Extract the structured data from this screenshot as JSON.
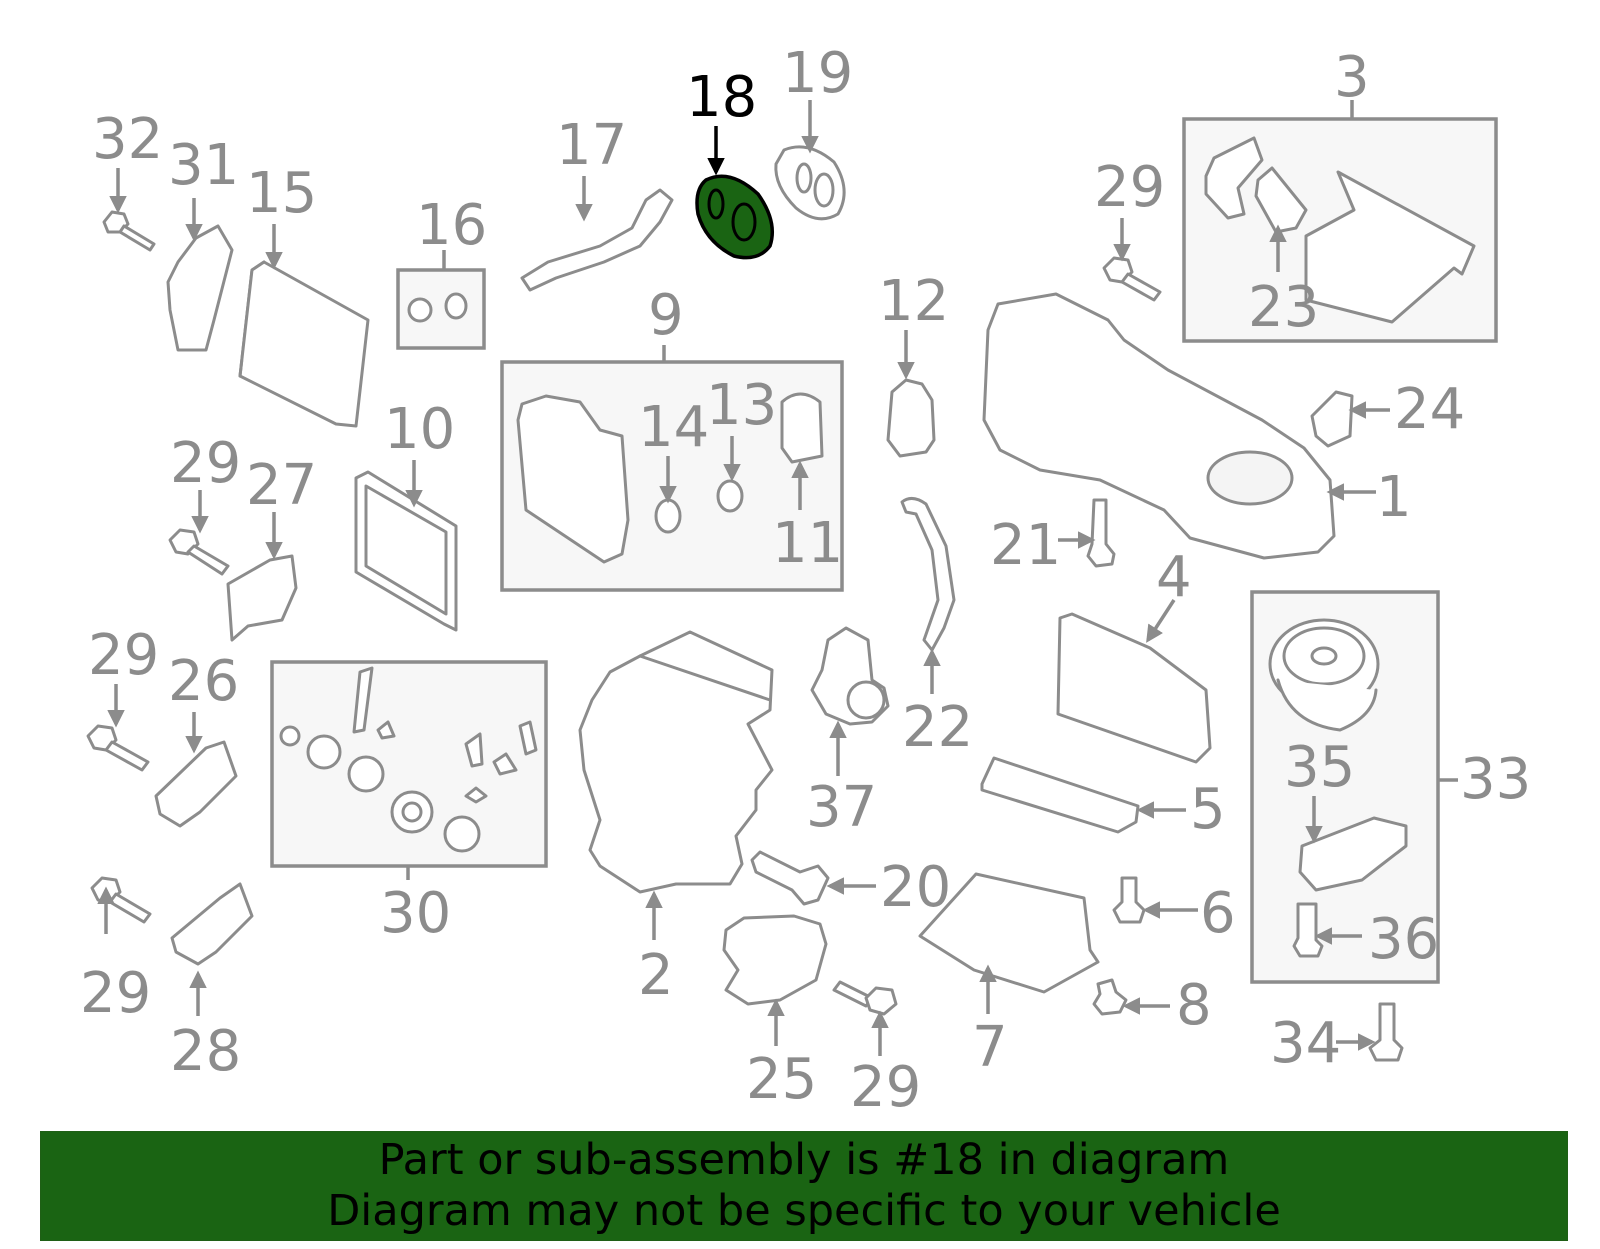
{
  "highlighted_part": "18",
  "colors": {
    "banner_bg": "#1a6413",
    "highlight_fill": "#1a6413",
    "line_gray": "#8c8c8c",
    "highlight_label": "#000000"
  },
  "callouts": {
    "c1": "1",
    "c2": "2",
    "c3": "3",
    "c4": "4",
    "c5": "5",
    "c6": "6",
    "c7": "7",
    "c8": "8",
    "c9": "9",
    "c10": "10",
    "c11": "11",
    "c12": "12",
    "c13": "13",
    "c14": "14",
    "c15": "15",
    "c16": "16",
    "c17": "17",
    "c18": "18",
    "c19": "19",
    "c20": "20",
    "c21": "21",
    "c22": "22",
    "c23": "23",
    "c24": "24",
    "c25": "25",
    "c26": "26",
    "c27": "27",
    "c28": "28",
    "c29a": "29",
    "c29b": "29",
    "c29c": "29",
    "c29d": "29",
    "c29e": "29",
    "c30": "30",
    "c31": "31",
    "c32": "32",
    "c33": "33",
    "c34": "34",
    "c35": "35",
    "c36": "36",
    "c37": "37"
  },
  "banner": {
    "line1": "Part or sub-assembly is #18 in diagram",
    "line2": "Diagram may not be specific to your vehicle"
  }
}
